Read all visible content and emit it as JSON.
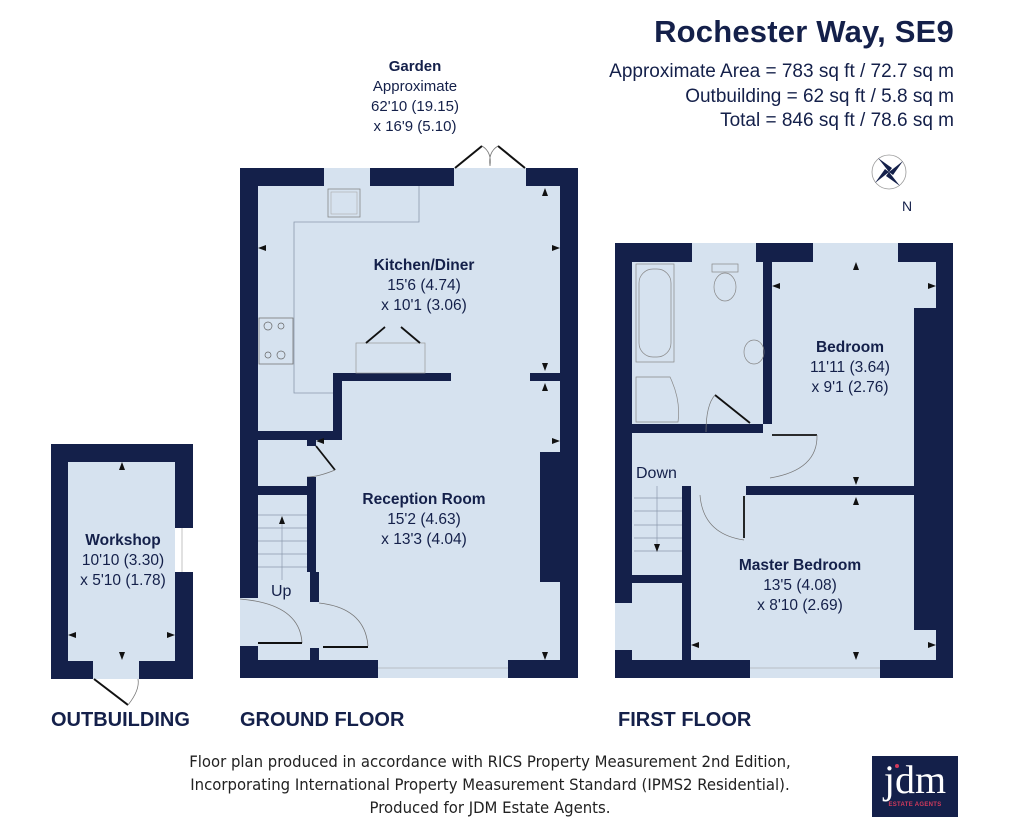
{
  "header": {
    "title": "Rochester Way, SE9",
    "area_lines": [
      "Approximate Area = 783 sq ft / 72.7 sq m",
      "Outbuilding = 62 sq ft / 5.8 sq m",
      "Total = 846 sq ft / 78.6 sq m"
    ]
  },
  "compass": {
    "icon": "compass-rose-icon",
    "label": "N"
  },
  "garden": {
    "name": "Garden",
    "line1": "Approximate",
    "line2": "62'10 (19.15)",
    "line3": "x 16'9 (5.10)"
  },
  "floors": {
    "outbuilding": {
      "label": "OUTBUILDING",
      "rooms": [
        {
          "name": "Workshop",
          "dim1": "10'10 (3.30)",
          "dim2": "x 5'10 (1.78)"
        }
      ]
    },
    "ground": {
      "label": "GROUND FLOOR",
      "stairs_label": "Up",
      "rooms": [
        {
          "name": "Kitchen/Diner",
          "dim1": "15'6 (4.74)",
          "dim2": "x 10'1 (3.06)"
        },
        {
          "name": "Reception Room",
          "dim1": "15'2 (4.63)",
          "dim2": "x 13'3 (4.04)"
        }
      ]
    },
    "first": {
      "label": "FIRST FLOOR",
      "stairs_label": "Down",
      "rooms": [
        {
          "name": "Bedroom",
          "dim1": "11'11 (3.64)",
          "dim2": "x 9'1 (2.76)"
        },
        {
          "name": "Master Bedroom",
          "dim1": "13'5 (4.08)",
          "dim2": "x 8'10 (2.69)"
        }
      ]
    }
  },
  "footer": {
    "lines": [
      "Floor plan produced in accordance with RICS Property Measurement 2nd Edition,",
      "Incorporating International Property Measurement Standard (IPMS2 Residential).",
      "Produced for JDM Estate Agents."
    ]
  },
  "logo": {
    "text": "jdm",
    "subtext": "ESTATE AGENTS"
  },
  "colors": {
    "wall": "#14204a",
    "floor": "#d6e2ef",
    "accent": "#d23a5c"
  }
}
